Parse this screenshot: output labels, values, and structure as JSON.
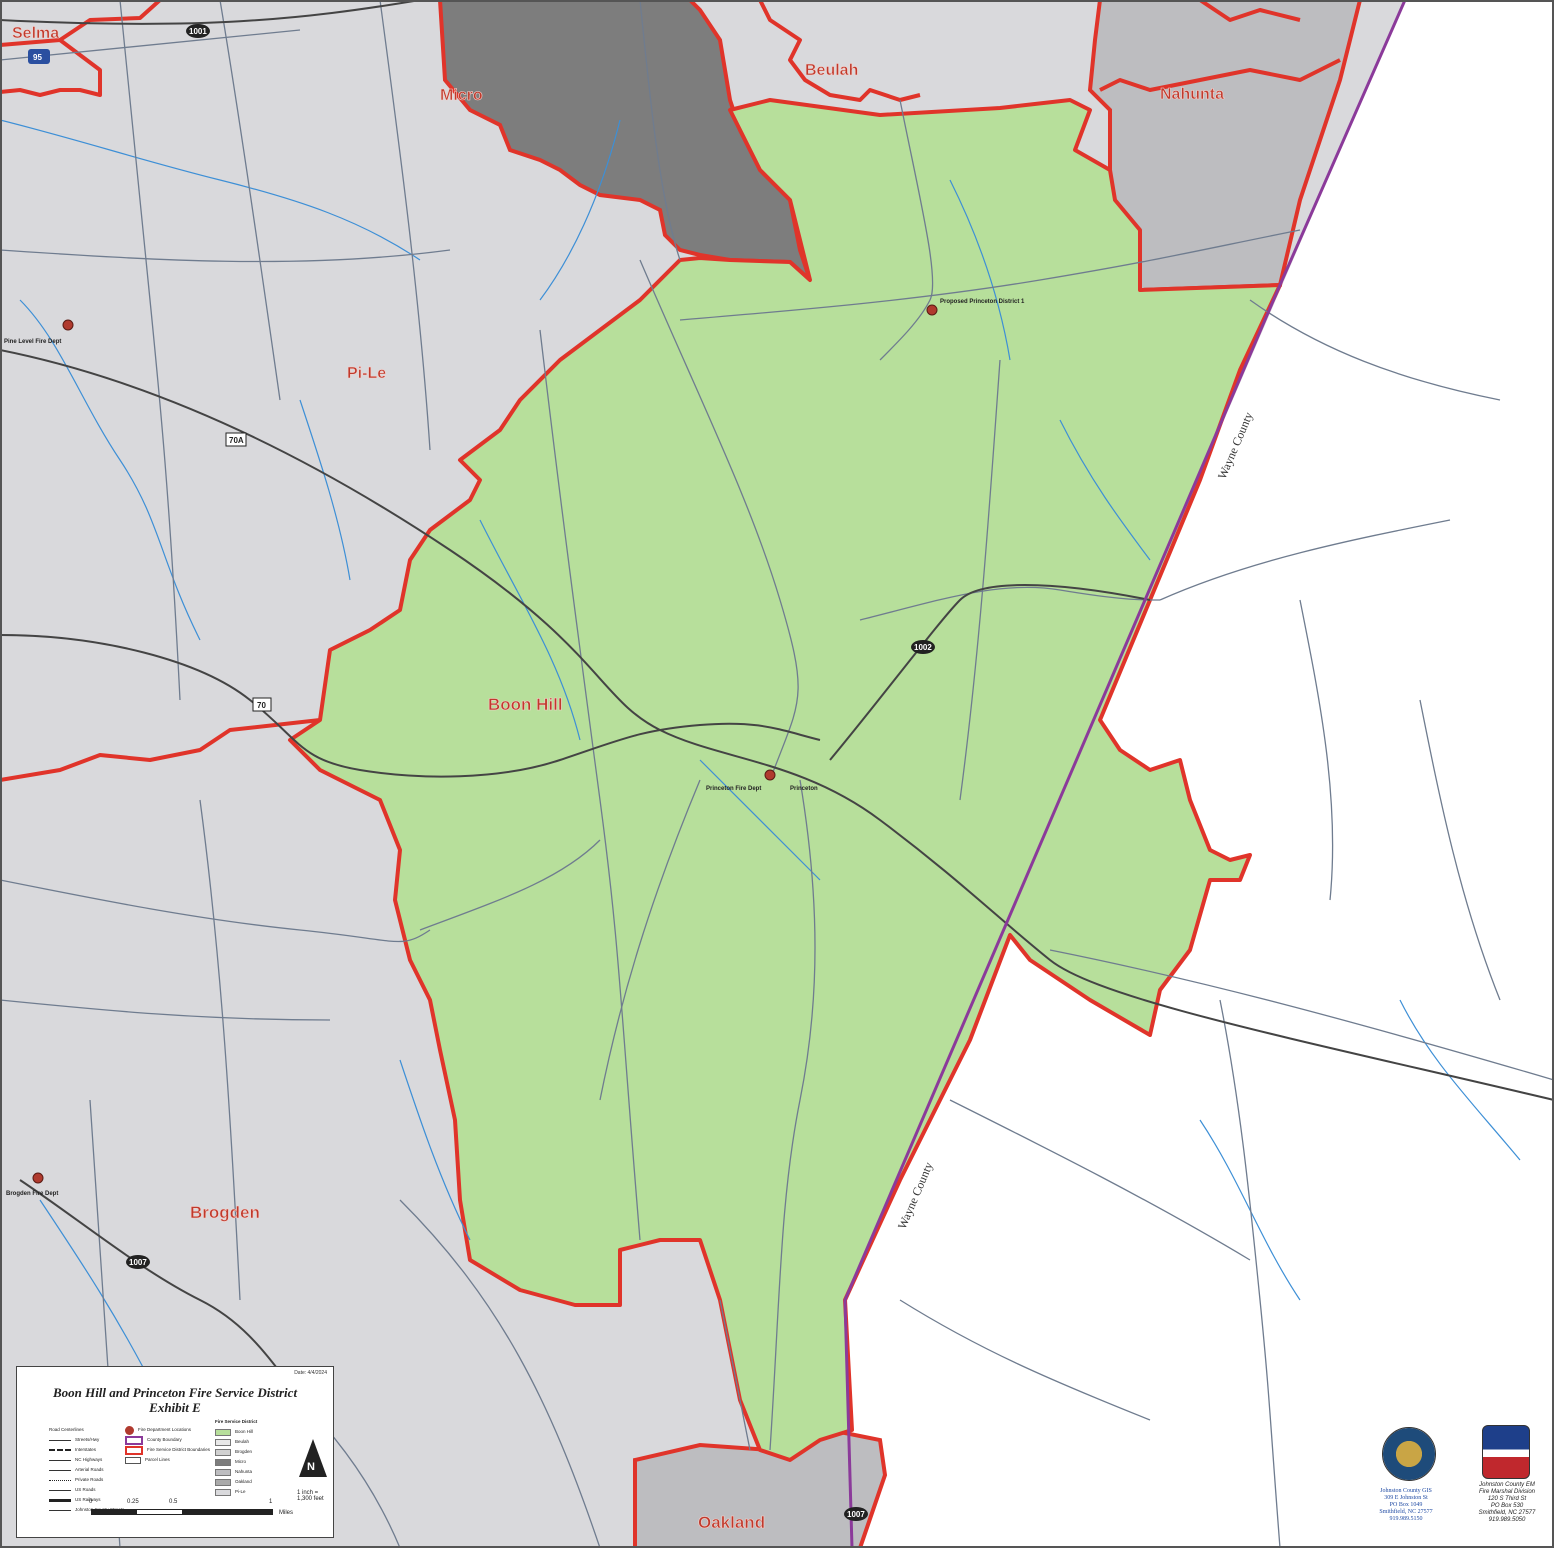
{
  "map": {
    "districts": [
      {
        "id": "selma",
        "label": "Selma"
      },
      {
        "id": "micro",
        "label": "Micro"
      },
      {
        "id": "beulah",
        "label": "Beulah"
      },
      {
        "id": "nahunta",
        "label": "Nahunta"
      },
      {
        "id": "pile",
        "label": "Pi-Le"
      },
      {
        "id": "boonhill",
        "label": "Boon Hill"
      },
      {
        "id": "brogden",
        "label": "Brogden"
      },
      {
        "id": "oakland",
        "label": "Oakland"
      }
    ],
    "county_labels": [
      "Wayne County",
      "Wayne County"
    ],
    "route_shields": [
      "95",
      "1001",
      "70A",
      "70",
      "1002",
      "1007",
      "1007"
    ],
    "stations": [
      {
        "label": "Proposed Princeton District 1"
      },
      {
        "label": "Princeton Fire Dept"
      },
      {
        "label": "Pine Level Fire Dept"
      },
      {
        "label": "Brogden Fire Dept"
      }
    ],
    "town_label": "Princeton",
    "colors": {
      "boon_hill_fill": "#b7df9b",
      "district_border": "#e0342a",
      "county_line": "#8b3a9a",
      "micro_fill": "#7d7d7d",
      "neighbor_fill": "#d9d9dc",
      "road": "#6f7c8f",
      "water": "#3d8fd6"
    }
  },
  "legend": {
    "title_line1": "Boon Hill and Princeton Fire Service District",
    "title_line2": "Exhibit E",
    "date": "Date: 4/4/2024",
    "col1": [
      "Road Centerlines",
      "Streets/Hwy",
      "Interstates",
      "NC Highways",
      "Arterial Roads",
      "Private Roads",
      "US Roads",
      "US Railways",
      "Johnston County Streets"
    ],
    "col2": [
      "Fire Department Locations",
      "County Boundary",
      "Fire Service District Boundaries",
      "Parcel Lines"
    ],
    "col3_title": "Fire Service District",
    "col3": [
      "Boon Hill",
      "Beulah",
      "Brogden",
      "Micro",
      "Nahunta",
      "Oakland",
      "Pi-Le"
    ],
    "scale": "1 inch = 1,300 feet",
    "scale_ticks": [
      "0",
      "0.25",
      "0.5",
      "1"
    ],
    "scale_unit": "Miles"
  },
  "agencies": {
    "gis": [
      "Johnston County GIS",
      "309 E Johnston St",
      "PO Box 1049",
      "Smithfield, NC 27577",
      "919.989.5150"
    ],
    "em": [
      "Johnston County EM",
      "Fire Marshal Division",
      "120 S Third St",
      "PO Box 530",
      "Smithfield, NC 27577",
      "919.989.5050"
    ]
  }
}
